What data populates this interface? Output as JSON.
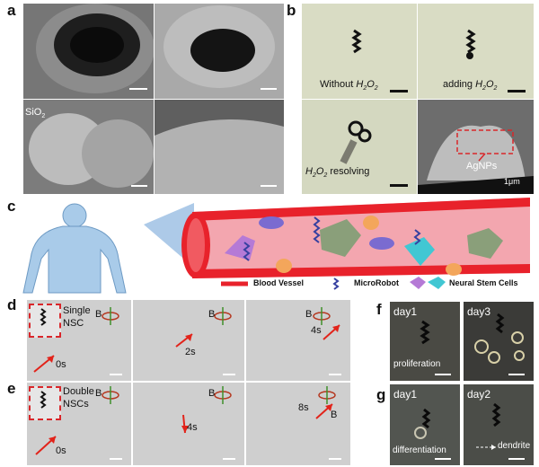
{
  "panel_letters": {
    "a": "a",
    "b": "b",
    "c": "c",
    "d": "d",
    "e": "e",
    "f": "f",
    "g": "g"
  },
  "panel_a": {
    "label_sio2": "SiO",
    "label_sio2_sub": "2"
  },
  "panel_b": {
    "cap1_pre": "Without ",
    "cap1_h": "H",
    "cap1_2": "2",
    "cap1_o": "O",
    "cap1_2b": "2",
    "cap2_pre": "adding ",
    "cap2_h": "H",
    "cap2_2": "2",
    "cap2_o": "O",
    "cap2_2b": "2",
    "cap3_h": "H",
    "cap3_2": "2",
    "cap3_o": "O",
    "cap3_2b": "2",
    "cap3_post": " resolving",
    "agnps": "AgNPs",
    "scale": "1μm"
  },
  "panel_c": {
    "legend_blood": "Blood Vessel",
    "legend_robot": "MicroRobot",
    "legend_nsc": "Neural Stem Cells"
  },
  "panel_d": {
    "title_line1": "Single",
    "title_line2": "NSC",
    "field": "B",
    "t1": "0s",
    "t2": "2s",
    "t3": "4s"
  },
  "panel_e": {
    "title_line1": "Double",
    "title_line2": "NSCs",
    "field": "B",
    "t1": "0s",
    "t2": "4s",
    "t3": "8s"
  },
  "panel_f": {
    "day_a": "day1",
    "day_b": "day3",
    "caption": "proliferation"
  },
  "panel_g": {
    "day_a": "day1",
    "day_b": "day2",
    "caption": "differentiation",
    "dendrite": "dendrite"
  },
  "colors": {
    "vessel": "#e8222b",
    "vessel_inner": "#f7a8b0",
    "body": "#a9cbe9",
    "arrow": "#e2231a",
    "dash_box": "#d9262a"
  }
}
